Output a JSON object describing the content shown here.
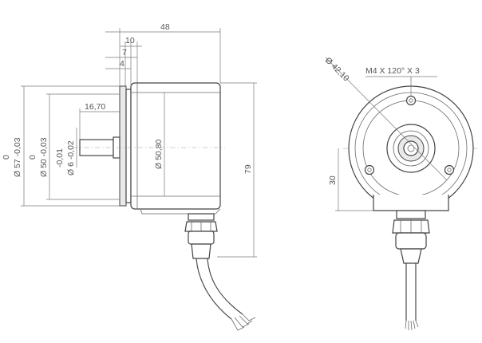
{
  "drawing": {
    "side_view": {
      "dims": {
        "overall_length": "48",
        "flange_10": "10",
        "flange_7": "7",
        "flange_4": "4",
        "shaft_length": "16,70",
        "height": "79",
        "body_diameter": "Ø 50,80",
        "outer_diameter_tol_top": "0",
        "outer_diameter": "Ø 57 -0,03",
        "pilot_diameter_tol_top": "0",
        "pilot_diameter": "Ø 50 -0,03",
        "shaft_tol_top": "-0,01",
        "shaft_diameter": "Ø 6 -0,02"
      }
    },
    "front_view": {
      "dims": {
        "bolt_circle": "Ø 42,10",
        "thread_spec": "M4 X 120° X 3",
        "connector_offset": "30"
      }
    }
  }
}
